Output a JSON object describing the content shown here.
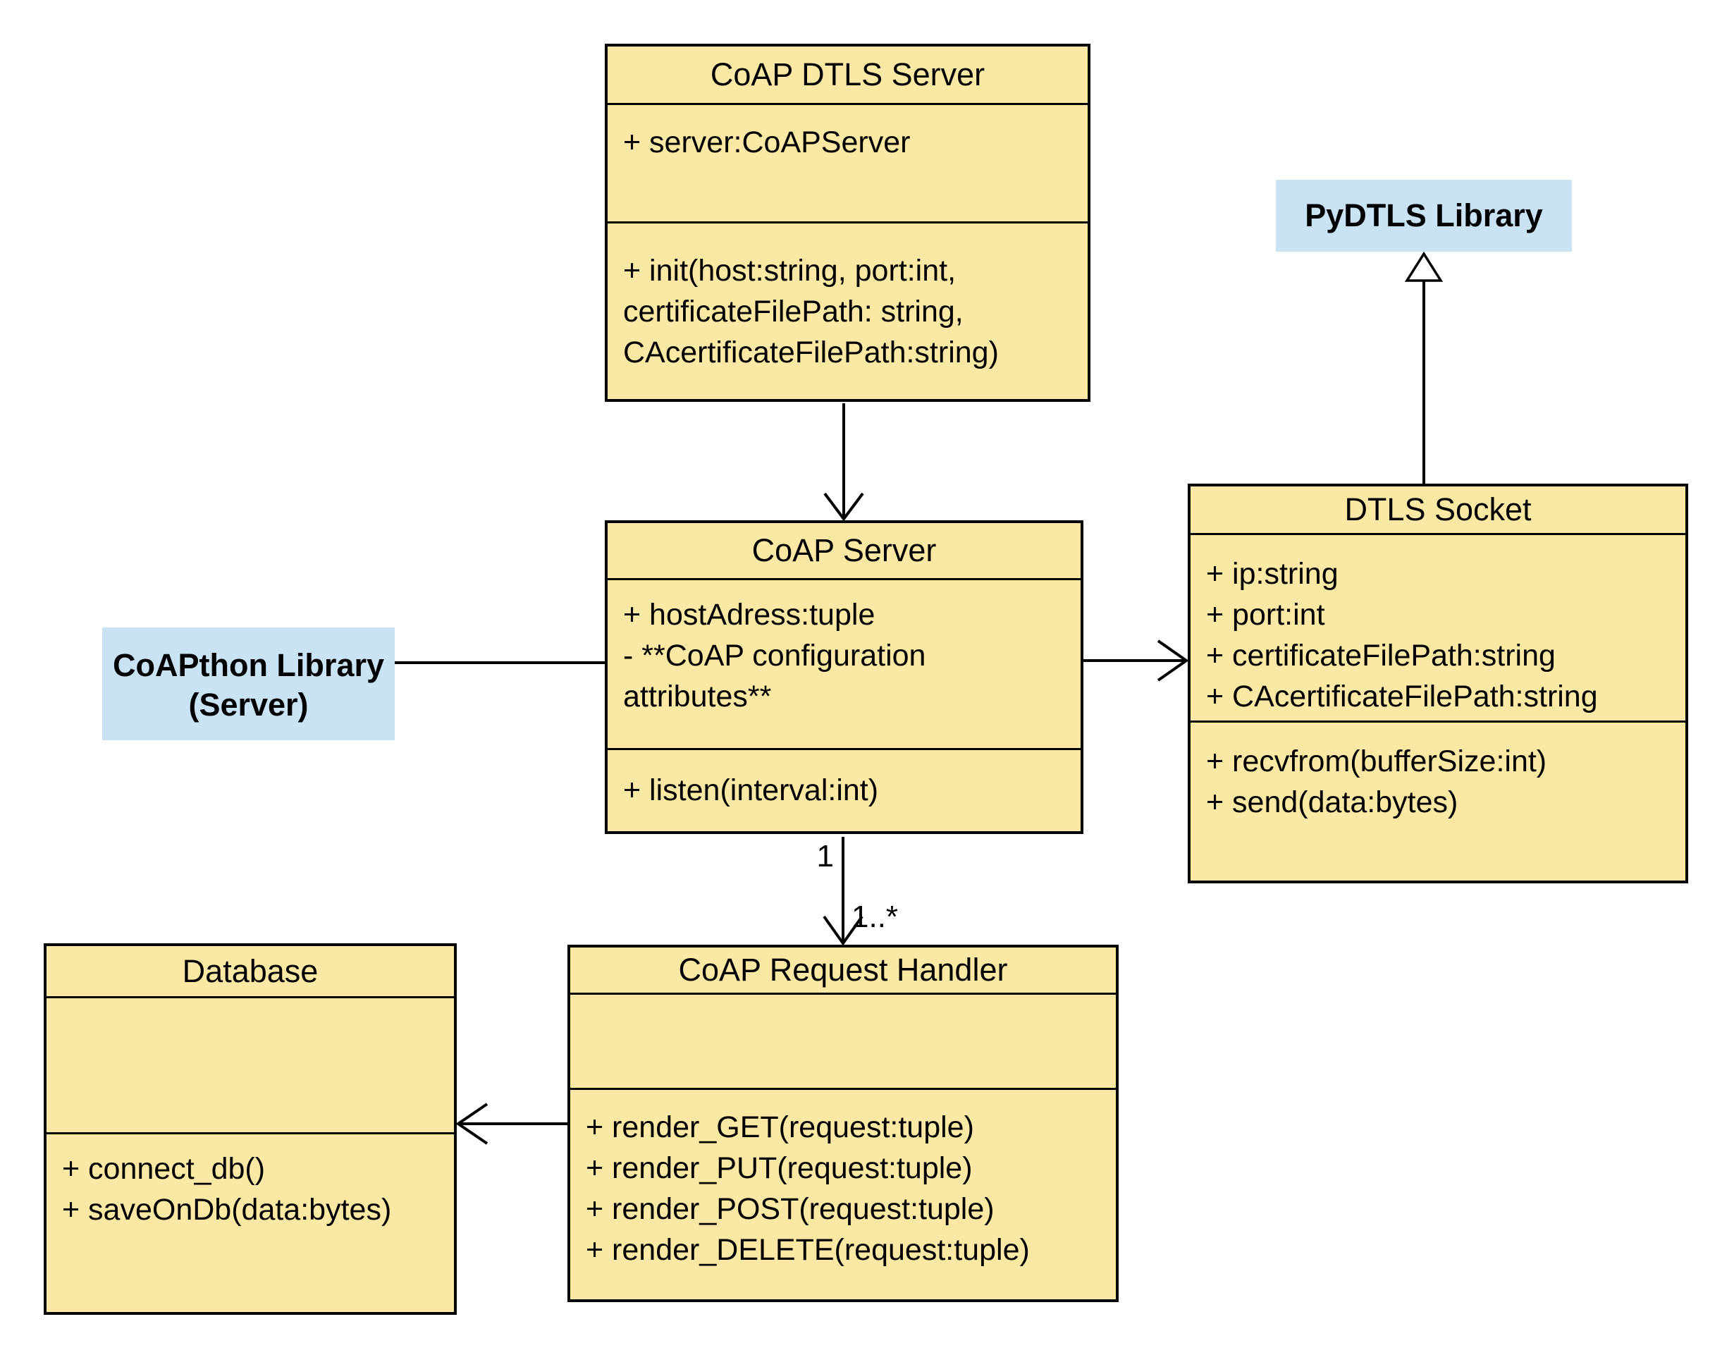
{
  "diagram": {
    "type": "uml-class-diagram",
    "colors": {
      "class_fill": "#FBE8A5",
      "library_fill": "#C9E3F5",
      "stroke": "#000000",
      "background": "#FFFFFF"
    },
    "classes": {
      "coap_dtls_server": {
        "title": "CoAP DTLS Server",
        "attributes": [
          "+ server:CoAPServer"
        ],
        "methods": [
          "+ init(host:string, port:int, certificateFilePath: string, CAcertificateFilePath:string)"
        ]
      },
      "dtls_socket": {
        "title": "DTLS Socket",
        "attributes": [
          "+ ip:string",
          "+ port:int",
          "+ certificateFilePath:string",
          "+ CAcertificateFilePath:string"
        ],
        "methods": [
          "+ recvfrom(bufferSize:int)",
          "+ send(data:bytes)"
        ]
      },
      "coap_server": {
        "title": "CoAP Server",
        "attributes": [
          "+ hostAdress:tuple",
          "- **CoAP configuration attributes**"
        ],
        "methods": [
          "+ listen(interval:int)"
        ]
      },
      "database": {
        "title": "Database",
        "attributes": [],
        "methods": [
          "+ connect_db()",
          "+ saveOnDb(data:bytes)"
        ]
      },
      "coap_request_handler": {
        "title": "CoAP Request Handler",
        "attributes": [],
        "methods": [
          "+ render_GET(request:tuple)",
          "+ render_PUT(request:tuple)",
          "+ render_POST(request:tuple)",
          "+ render_DELETE(request:tuple)"
        ]
      }
    },
    "libraries": {
      "pydtls": {
        "label": "PyDTLS Library"
      },
      "coapthon": {
        "label": "CoAPthon Library (Server)"
      }
    },
    "edges": [
      {
        "from": "CoAP DTLS Server",
        "to": "CoAP Server",
        "type": "directed-arrow"
      },
      {
        "from": "DTLS Socket",
        "to": "PyDTLS Library",
        "type": "generalization"
      },
      {
        "from": "CoAPthon Library (Server)",
        "to": "CoAP Server",
        "type": "association"
      },
      {
        "from": "CoAP Server",
        "to": "DTLS Socket",
        "type": "directed-arrow"
      },
      {
        "from": "CoAP Server",
        "to": "CoAP Request Handler",
        "type": "directed-arrow",
        "source_label": "1",
        "target_label": "1..*"
      },
      {
        "from": "CoAP Request Handler",
        "to": "Database",
        "type": "directed-arrow"
      }
    ]
  }
}
